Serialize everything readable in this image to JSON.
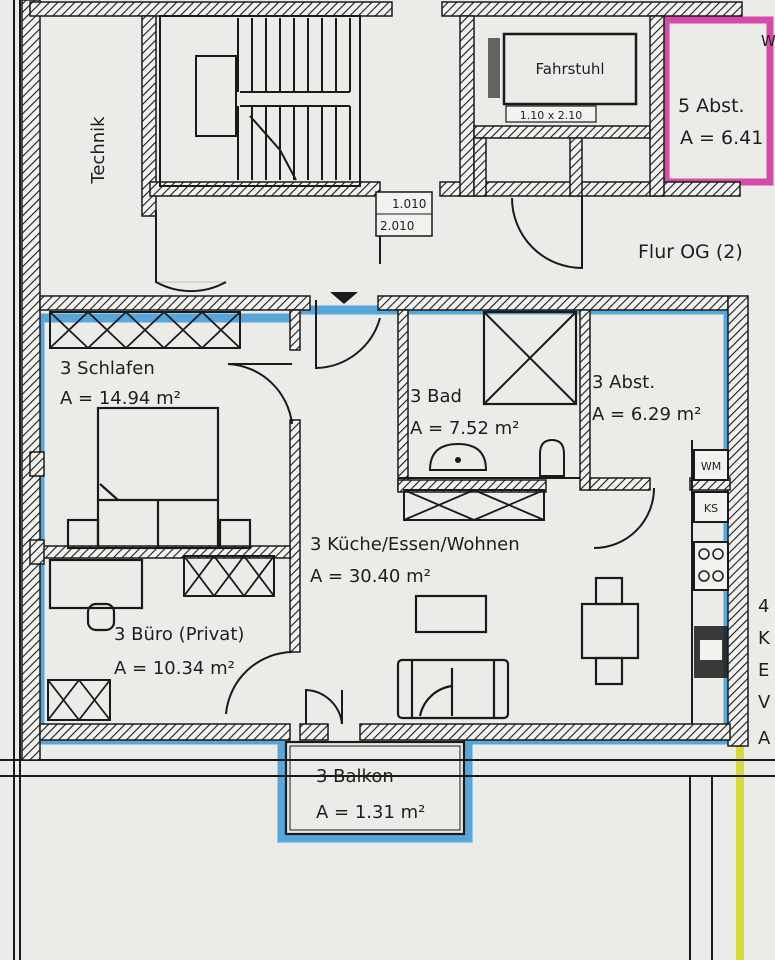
{
  "rooms": {
    "technik": "Technik",
    "fahrstuhl": "Fahrstuhl",
    "fahrstuhl_size": "1.10 x 2.10",
    "abst5_name": "5 Abst.",
    "abst5_area": "A = 6.41",
    "door_size_top": "1.010",
    "door_size_bottom": "2.010",
    "flur": "Flur OG (2)",
    "schlafen_name": "3 Schlafen",
    "schlafen_area": "A = 14.94 m²",
    "bad_name": "3 Bad",
    "bad_area": "A = 7.52 m²",
    "abst3_name": "3 Abst.",
    "abst3_area": "A = 6.29 m²",
    "kueche_name": "3 Küche/Essen/Wohnen",
    "kueche_area": "A = 30.40 m²",
    "buero_name": "3 Büro (Privat)",
    "buero_area": "A = 10.34 m²",
    "balkon_name": "3 Balkon",
    "balkon_area": "A = 1.31 m²",
    "top_right_fragment": "W",
    "right_fragment": [
      "4",
      "K",
      "E",
      "V",
      "A"
    ]
  },
  "appliances": {
    "wm": "WM",
    "ks": "KS"
  },
  "colors": {
    "unit_outline": "#3d9ad6",
    "neighbor_outline": "#d64aa8",
    "right_unit_outline": "#d8dc3a",
    "wall": "#1a1a1a",
    "paper": "#e9e9e6"
  }
}
